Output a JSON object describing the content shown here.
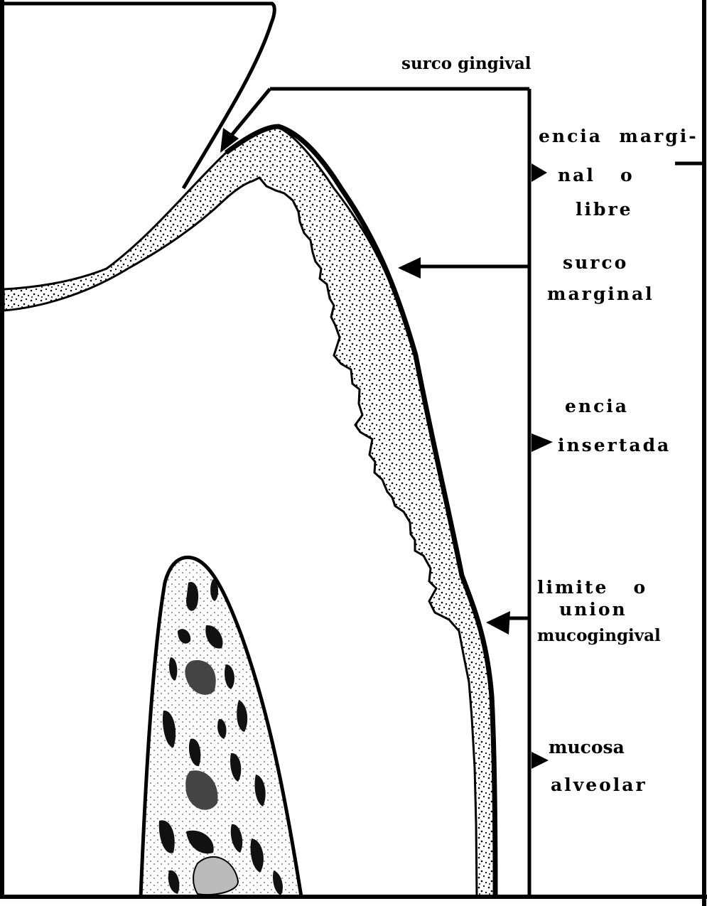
{
  "labels": {
    "surco_gingival": "surco gingival",
    "encia_marginal": [
      "encia  margi-",
      "nal   o",
      "libre"
    ],
    "surco_marginal": [
      "surco",
      "marginal"
    ],
    "encia_insertada": [
      "encia",
      "insertada"
    ],
    "limite_union": [
      "limite   o",
      "union",
      "mucogingival"
    ],
    "mucosa_alveolar": [
      "mucosa",
      "alveolar"
    ]
  }
}
